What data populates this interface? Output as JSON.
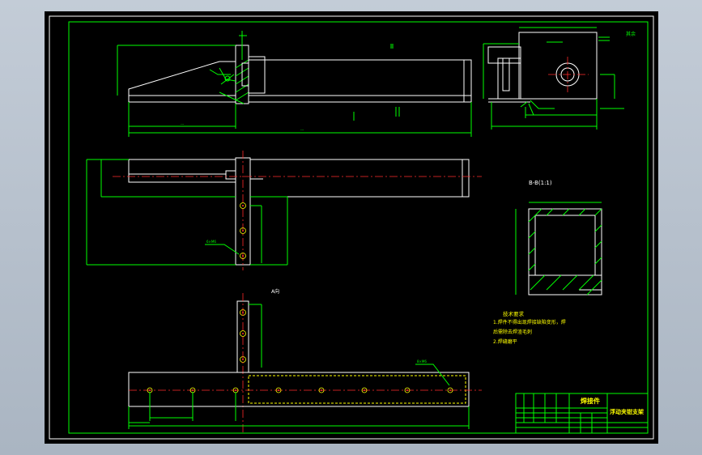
{
  "title_block": {
    "part_name": "焊接件",
    "drawing_name": "浮动夹钳支架"
  },
  "section": {
    "label": "B-B(1:1)"
  },
  "tech_requirements": {
    "heading": "技术要求",
    "lines": [
      "1.焊件不得出现焊接缺陷变形，焊",
      "后需除去焊渣毛刺",
      "2.焊缝磨平"
    ]
  },
  "view_label": "A向",
  "colors": {
    "outline": "#ffffff",
    "dimension": "#00ff00",
    "centerline": "#ff2a2a",
    "hidden": "#ffff00",
    "background": "#000000"
  }
}
